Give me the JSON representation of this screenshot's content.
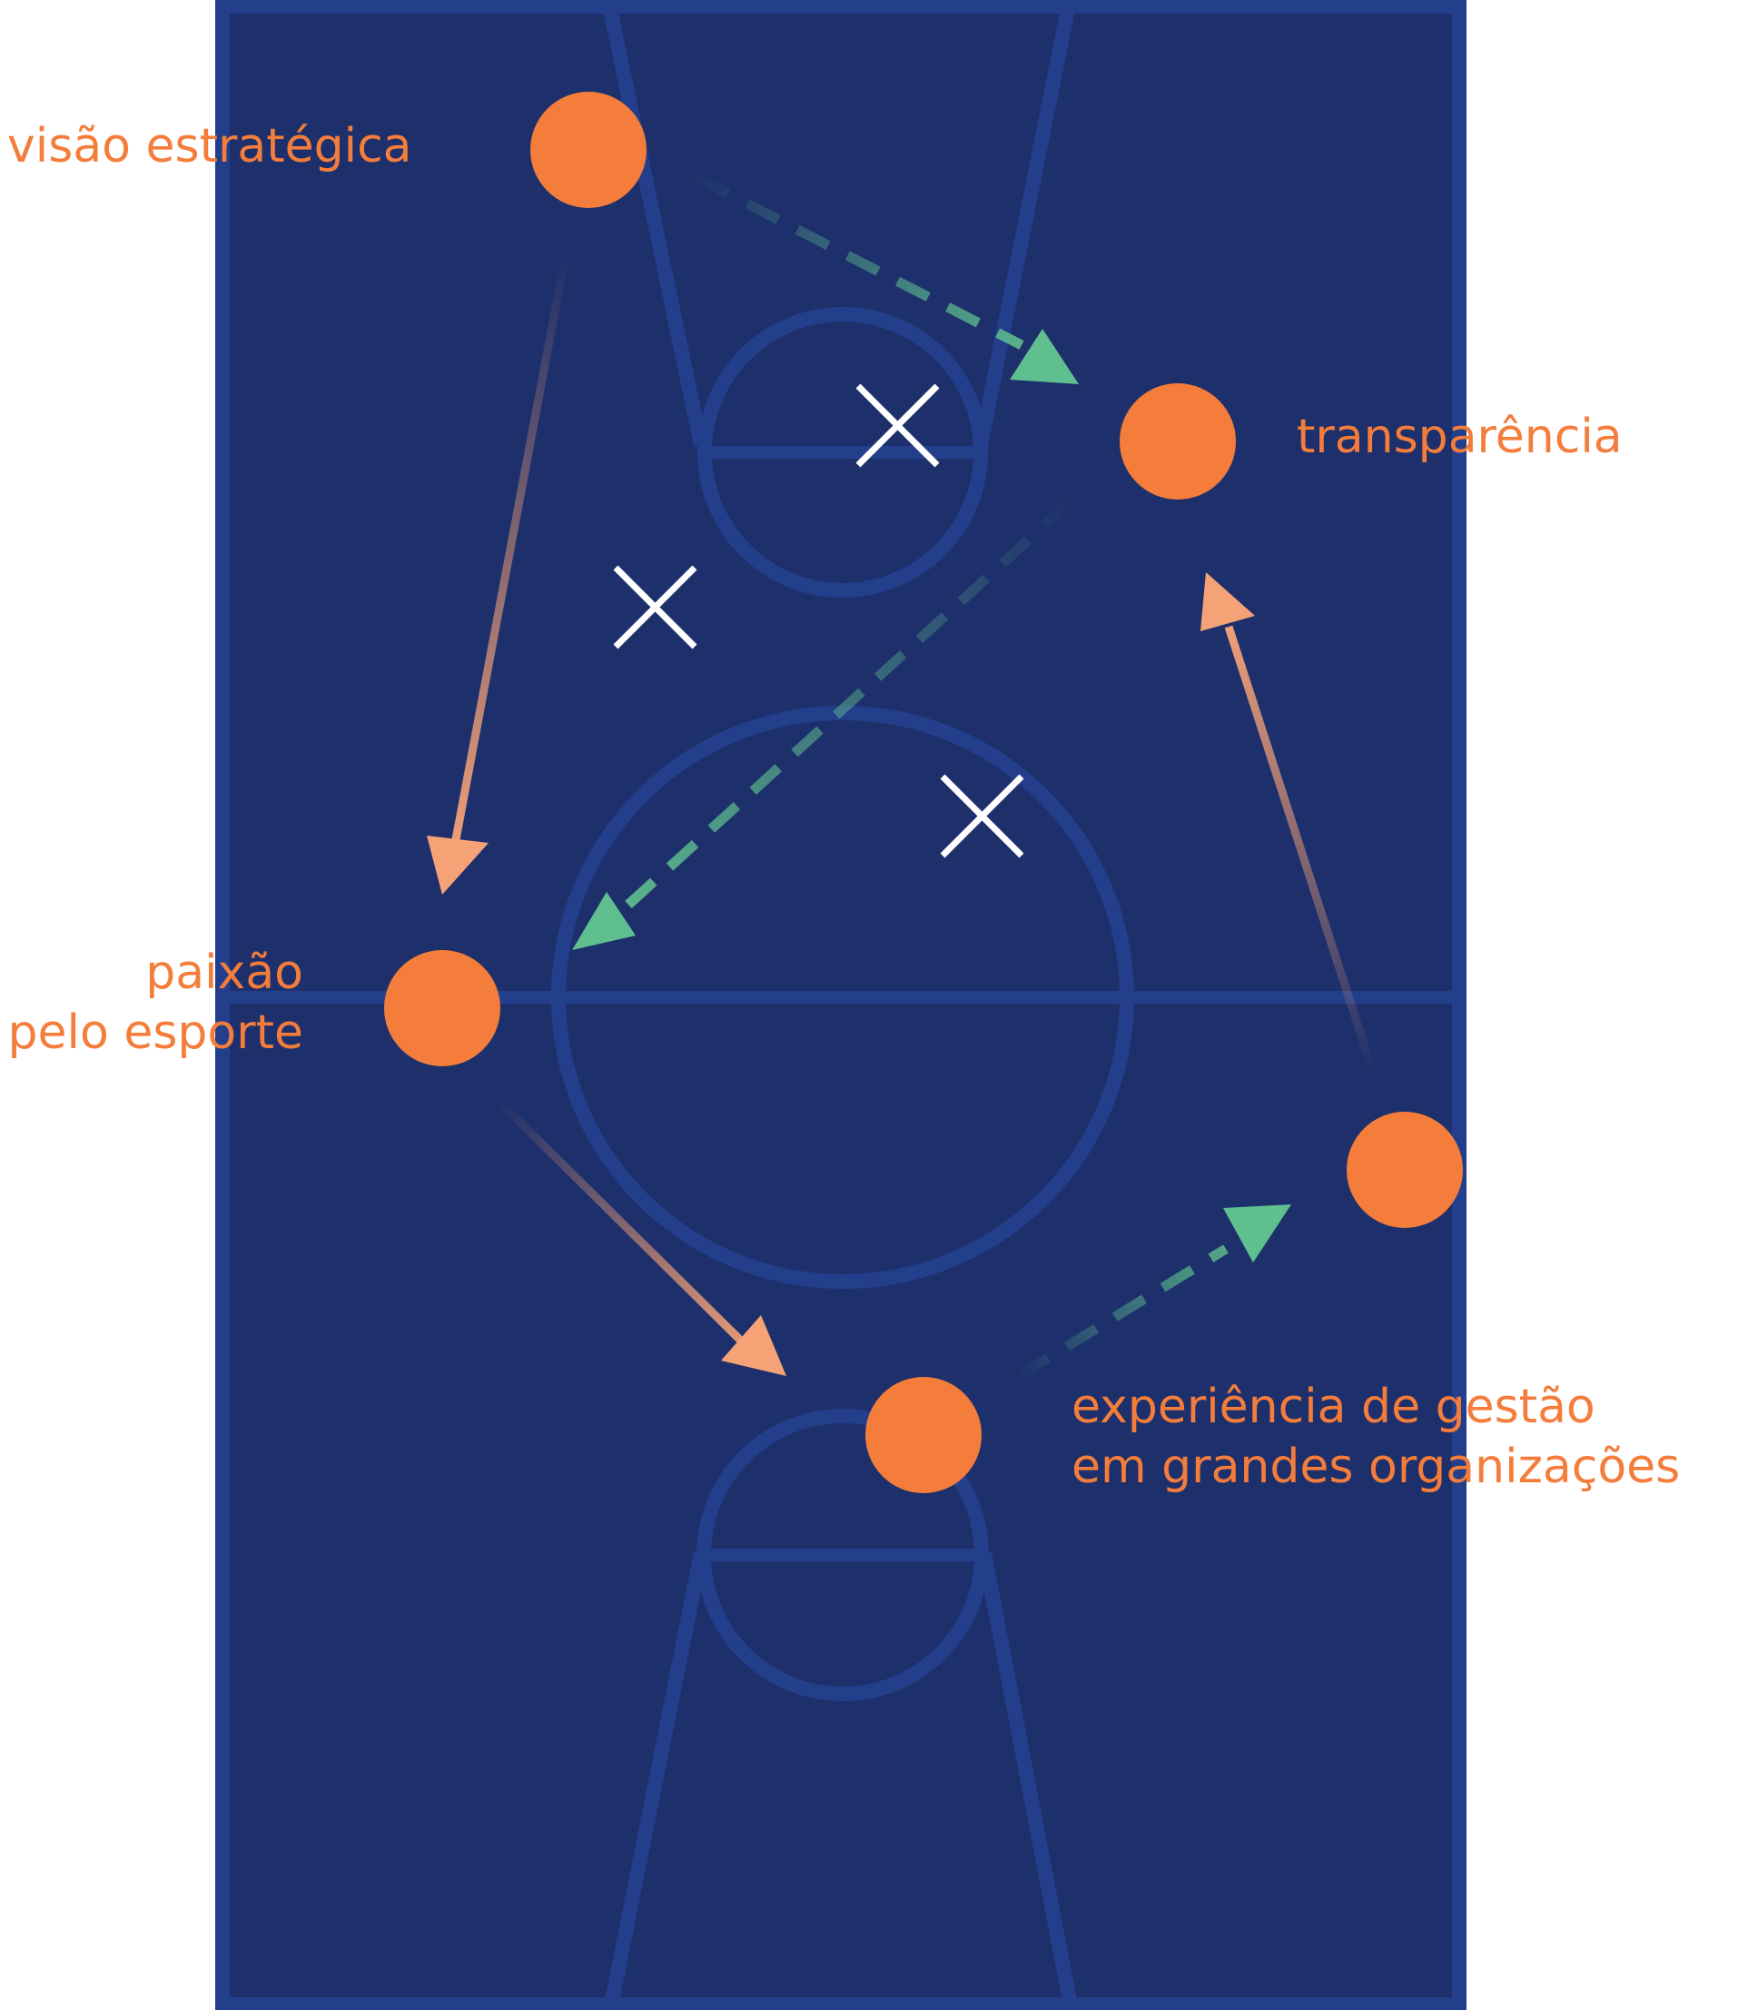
{
  "colors": {
    "court_fill": "#1E306B",
    "court_lines": "#233F8C",
    "node": "#F47D3B",
    "label_text": "#F47D3B",
    "pass_arrow": "#5FBF8F",
    "move_arrow": "#F6A277",
    "defender_mark": "#FFFFFF"
  },
  "nodes": [
    {
      "id": "visao",
      "lines": [
        "visão estratégica"
      ]
    },
    {
      "id": "transparencia",
      "lines": [
        "transparência"
      ]
    },
    {
      "id": "paixao",
      "lines": [
        "paixão",
        "pelo esporte"
      ]
    },
    {
      "id": "experiencia",
      "lines": [
        "experiência de gestão",
        "em grandes organizações"
      ]
    },
    {
      "id": "right-player",
      "lines": []
    }
  ],
  "defender_icon": "x-mark-icon",
  "defender_count": 3,
  "pass_arrow_style": "dashed-green",
  "move_arrow_style": "solid-orange"
}
